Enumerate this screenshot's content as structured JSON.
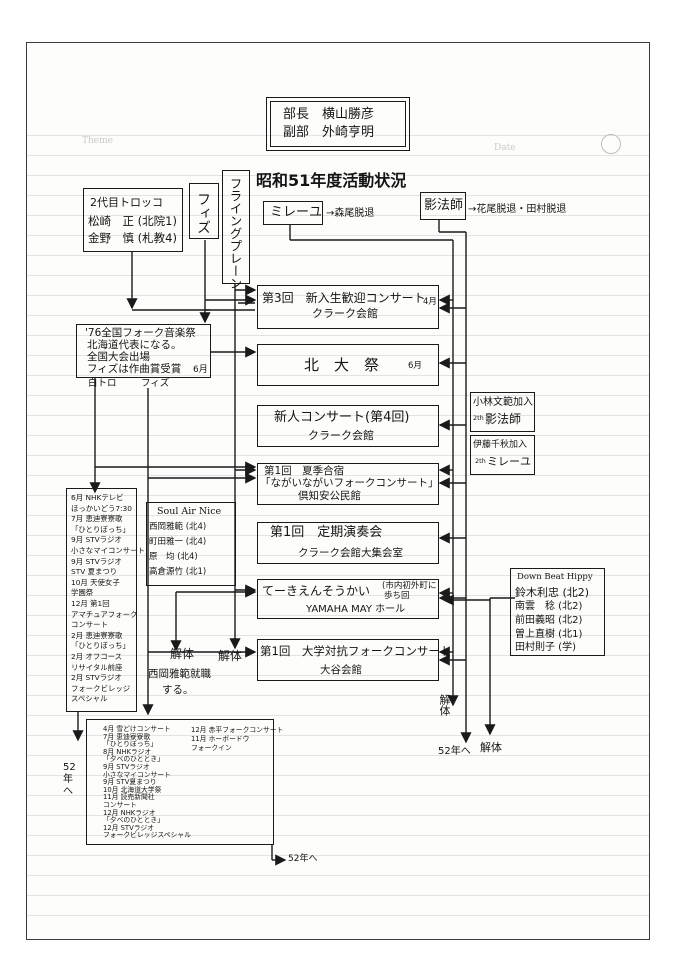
{
  "paper": {
    "theme_label": "Theme",
    "date_label": "Date"
  },
  "officers": {
    "line1": "部長　横山勝彦",
    "line2": "副部　外崎亨明"
  },
  "title": "昭和51年度活動状況",
  "groups": {
    "trolley": {
      "name": "2代目トロッコ",
      "m1": "松崎　正 (北院1)",
      "m2": "金野　慎 (札教4)"
    },
    "fizz": "フィズ",
    "flying": "フライングプレーン",
    "mireyu": {
      "name": "ミレーユ",
      "note": "→森尾脱退"
    },
    "kage": {
      "name": "影法師",
      "note": "→花尾脱退・田村脱退"
    }
  },
  "events": {
    "e1": {
      "l1": "第3回　新入生歓迎コンサート",
      "l2": "クラーク会館",
      "month": "4月"
    },
    "e2": {
      "l1": "北　大　祭",
      "month": "6月"
    },
    "e3": {
      "l1": "新人コンサート(第4回)",
      "l2": "クラーク会館"
    },
    "e4": {
      "l1": "第1回　夏季合宿",
      "l2": "「ながいながいフォークコンサート」",
      "l3": "倶知安公民館"
    },
    "e5": {
      "l1": "第1回　定期演奏会",
      "l2": "クラーク会館大集会室"
    },
    "e6": {
      "l1": "てーきえんそうかい",
      "l2": "YAMAHA MAY ホール",
      "note1": "(市内初外町に",
      "note2": "歩ち回"
    },
    "e7": {
      "l1": "第1回　大学対抗フォークコンサート",
      "l2": "大谷会館"
    }
  },
  "festival": {
    "l1": "'76全国フォーク音楽祭",
    "l2": "北海道代表になる。",
    "l3": "全国大会出場",
    "l4": "フィズは作曲賞受賞",
    "month": "6月"
  },
  "festival_labels": {
    "left": "白トロ",
    "right": "フィズ"
  },
  "kobayashi": {
    "l1": "小林文範加入",
    "l2": "影法師",
    "l2_sup": "2th"
  },
  "ito": {
    "l1": "伊藤千秋加入",
    "l2": "ミレーユ",
    "l2_sup": "2th"
  },
  "trolley_activities": [
    "6月 NHKテレビ",
    "ほっかいどう7:30",
    "7月 恵迪寮寮歌",
    "「ひとりぼっち」",
    "9月 STVラジオ",
    "小さなマイコンサート",
    "9月 STVラジオ",
    "STV 夏まつり",
    "10月 天使女子",
    "学園祭",
    "12月 第1回",
    "アマチュアフォーク",
    "コンサート",
    "2月 恵迪寮寮歌",
    "「ひとりぼっち」",
    "2月 オフコース",
    "リサイタル前座",
    "2月 STVラジオ",
    "フォークビレッジ",
    "スペシャル"
  ],
  "trolley_to": "52年へ",
  "soulair": {
    "name": "Soul Air Nice",
    "m1": "西岡雅範 (北4)",
    "m2": "町田雅一 (北4)",
    "m3": "原　均 (北4)",
    "m4": "高倉源竹 (北1)",
    "end1": "解体",
    "end2": "西岡雅範就職",
    "end3": "する。"
  },
  "flying_end": "解体",
  "fizz_activities": {
    "col1": [
      "4月 雪どけコンサート",
      "7月 恵迪寮寮歌",
      "「ひとりぼっち」",
      "8月 NHKラジオ",
      "「夕べのひととき」",
      "9月 STVラジオ",
      "小さなマイコンサート",
      "9月 STV夏まつり",
      "10月 北海道大学祭",
      "11月 読売新聞社",
      "コンサート",
      "12月 NHKラジオ",
      "「夕べのひととき」",
      "12月 STVラジオ",
      "フォークビレッジスペシャル"
    ],
    "col2": [
      "12月 赤平フォークコンサート",
      "11月 ホーボードウ",
      "フォークイン"
    ],
    "to": "52年へ"
  },
  "downbeat": {
    "name": "Down Beat Hippy",
    "m1": "鈴木利忠 (北2)",
    "m2": "南雲　稔 (北2)",
    "m3": "前田義昭 (北2)",
    "m4": "曽上直樹 (北1)",
    "m5": "田村則子 (学)"
  },
  "mireyu_end": "解体",
  "mireyu_to": "52年へ",
  "kage_end": "解体"
}
